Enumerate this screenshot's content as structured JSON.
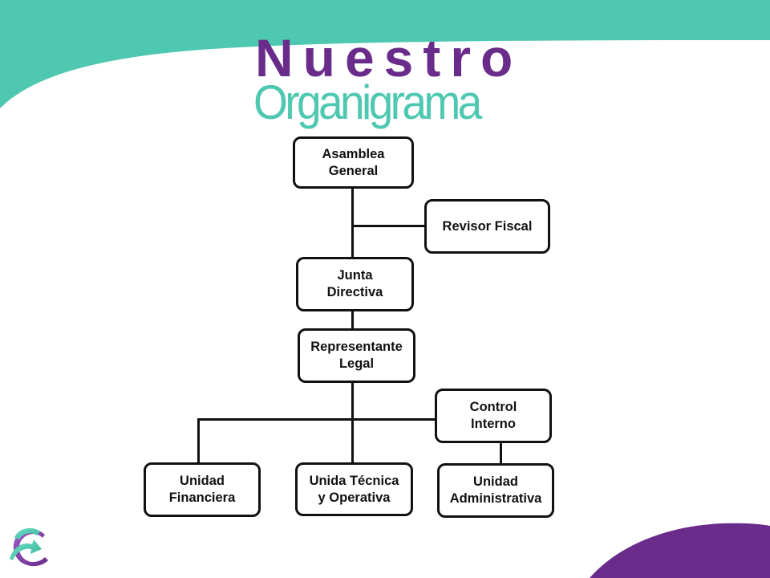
{
  "title": {
    "line1": "Nuestro",
    "line2": "Organigrama"
  },
  "colors": {
    "teal": "#4fc8b1",
    "purple": "#6a2c8a",
    "border": "#111111"
  },
  "org_chart": {
    "nodes": [
      {
        "id": "asamblea-general",
        "label": "Asamblea\nGeneral"
      },
      {
        "id": "revisor-fiscal",
        "label": "Revisor Fiscal"
      },
      {
        "id": "junta-directiva",
        "label": "Junta\nDirectiva"
      },
      {
        "id": "representante-legal",
        "label": "Representante\nLegal"
      },
      {
        "id": "control-interno",
        "label": "Control\nInterno"
      },
      {
        "id": "unidad-financiera",
        "label": "Unidad\nFinanciera"
      },
      {
        "id": "unidad-tecnica-operativa",
        "label": "Unida Técnica\ny Operativa"
      },
      {
        "id": "unidad-administrativa",
        "label": "Unidad\nAdministrativa"
      }
    ],
    "edges": [
      {
        "from": "asamblea-general",
        "to": "junta-directiva"
      },
      {
        "from": "asamblea-general",
        "to": "revisor-fiscal"
      },
      {
        "from": "junta-directiva",
        "to": "representante-legal"
      },
      {
        "from": "representante-legal",
        "to": "control-interno"
      },
      {
        "from": "representante-legal",
        "to": "unidad-financiera"
      },
      {
        "from": "representante-legal",
        "to": "unidad-tecnica-operativa"
      },
      {
        "from": "control-interno",
        "to": "unidad-administrativa"
      }
    ]
  },
  "logo": {
    "icon": "circular-arrow-g-logo-icon"
  }
}
